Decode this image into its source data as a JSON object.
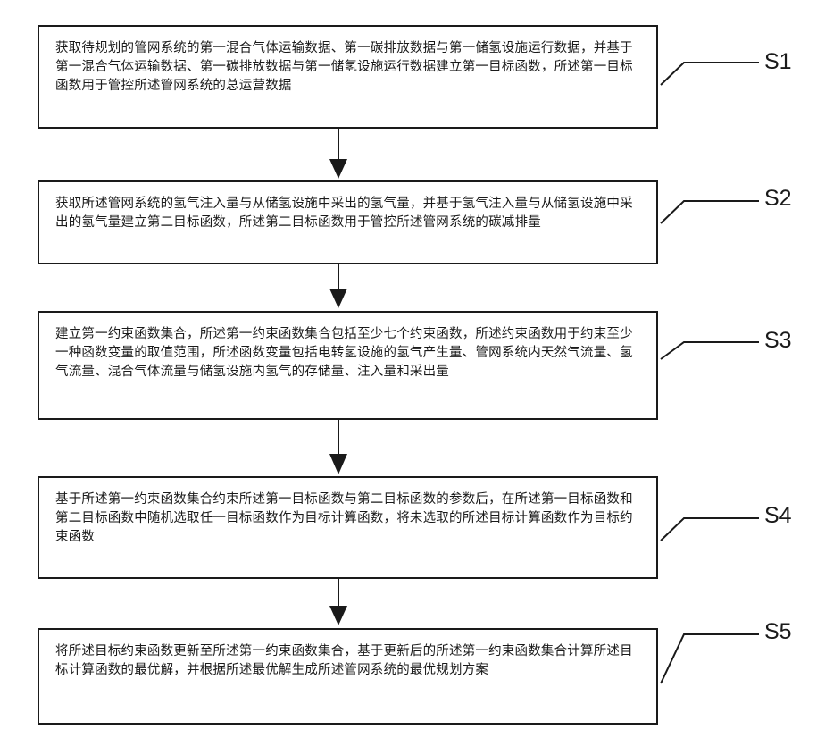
{
  "steps": [
    {
      "label": "S1",
      "text": "获取待规划的管网系统的第一混合气体运输数据、第一碳排放数据与第一储氢设施运行数据，并基于第一混合气体运输数据、第一碳排放数据与第一储氢设施运行数据建立第一目标函数，所述第一目标函数用于管控所述管网系统的总运营数据"
    },
    {
      "label": "S2",
      "text": "获取所述管网系统的氢气注入量与从储氢设施中采出的氢气量，并基于氢气注入量与从储氢设施中采出的氢气量建立第二目标函数，所述第二目标函数用于管控所述管网系统的碳减排量"
    },
    {
      "label": "S3",
      "text": "建立第一约束函数集合，所述第一约束函数集合包括至少七个约束函数，所述约束函数用于约束至少一种函数变量的取值范围，所述函数变量包括电转氢设施的氢气产生量、管网系统内天然气流量、氢气流量、混合气体流量与储氢设施内氢气的存储量、注入量和采出量"
    },
    {
      "label": "S4",
      "text": "基于所述第一约束函数集合约束所述第一目标函数与第二目标函数的参数后，在所述第一目标函数和第二目标函数中随机选取任一目标函数作为目标计算函数，将未选取的所述目标计算函数作为目标约束函数"
    },
    {
      "label": "S5",
      "text": "将所述目标约束函数更新至所述第一约束函数集合，基于更新后的所述第一约束函数集合计算所述目标计算函数的最优解，并根据所述最优解生成所述管网系统的最优规划方案"
    }
  ]
}
